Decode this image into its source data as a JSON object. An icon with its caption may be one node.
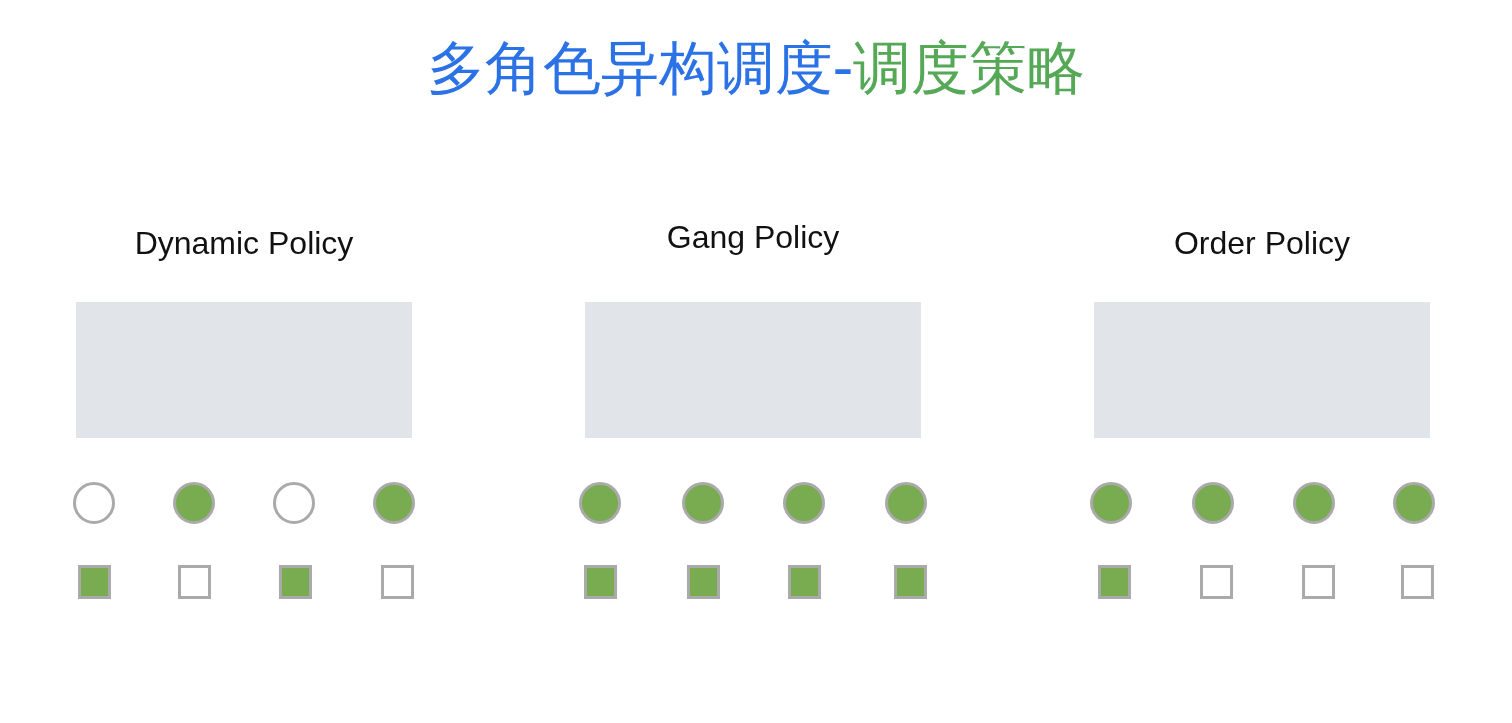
{
  "diagram": {
    "title": "多角色异构调度-调度策略",
    "nodes": [
      {
        "text": [
          "Dynamic Policy"
        ]
      },
      {
        "text": [
          "Gang Policy"
        ]
      },
      {
        "text": [
          "Order Policy"
        ]
      },
      {
        "text": [],
        "shape": "circle"
      },
      {
        "text": [],
        "shape": "dot"
      },
      {
        "text": [],
        "shape": "circle"
      },
      {
        "text": [],
        "shape": "dot"
      },
      {
        "text": [],
        "shape": "dot"
      },
      {
        "text": [],
        "shape": "dot"
      },
      {
        "text": [],
        "shape": "dot"
      },
      {
        "text": [],
        "shape": "dot"
      },
      {
        "text": [],
        "shape": "dot"
      },
      {
        "text": [],
        "shape": "dot"
      },
      {
        "text": [],
        "shape": "dot"
      },
      {
        "text": [],
        "shape": "dot"
      },
      {
        "text": [],
        "shape": "block"
      },
      {
        "text": [],
        "shape": "square"
      },
      {
        "text": [],
        "shape": "block"
      },
      {
        "text": [],
        "shape": "square"
      },
      {
        "text": [],
        "shape": "block"
      },
      {
        "text": [],
        "shape": "block"
      },
      {
        "text": [],
        "shape": "block"
      },
      {
        "text": [],
        "shape": "block"
      },
      {
        "text": [],
        "shape": "block"
      },
      {
        "text": [],
        "shape": "square"
      },
      {
        "text": [],
        "shape": "square"
      },
      {
        "text": [],
        "shape": "square"
      }
    ]
  }
}
